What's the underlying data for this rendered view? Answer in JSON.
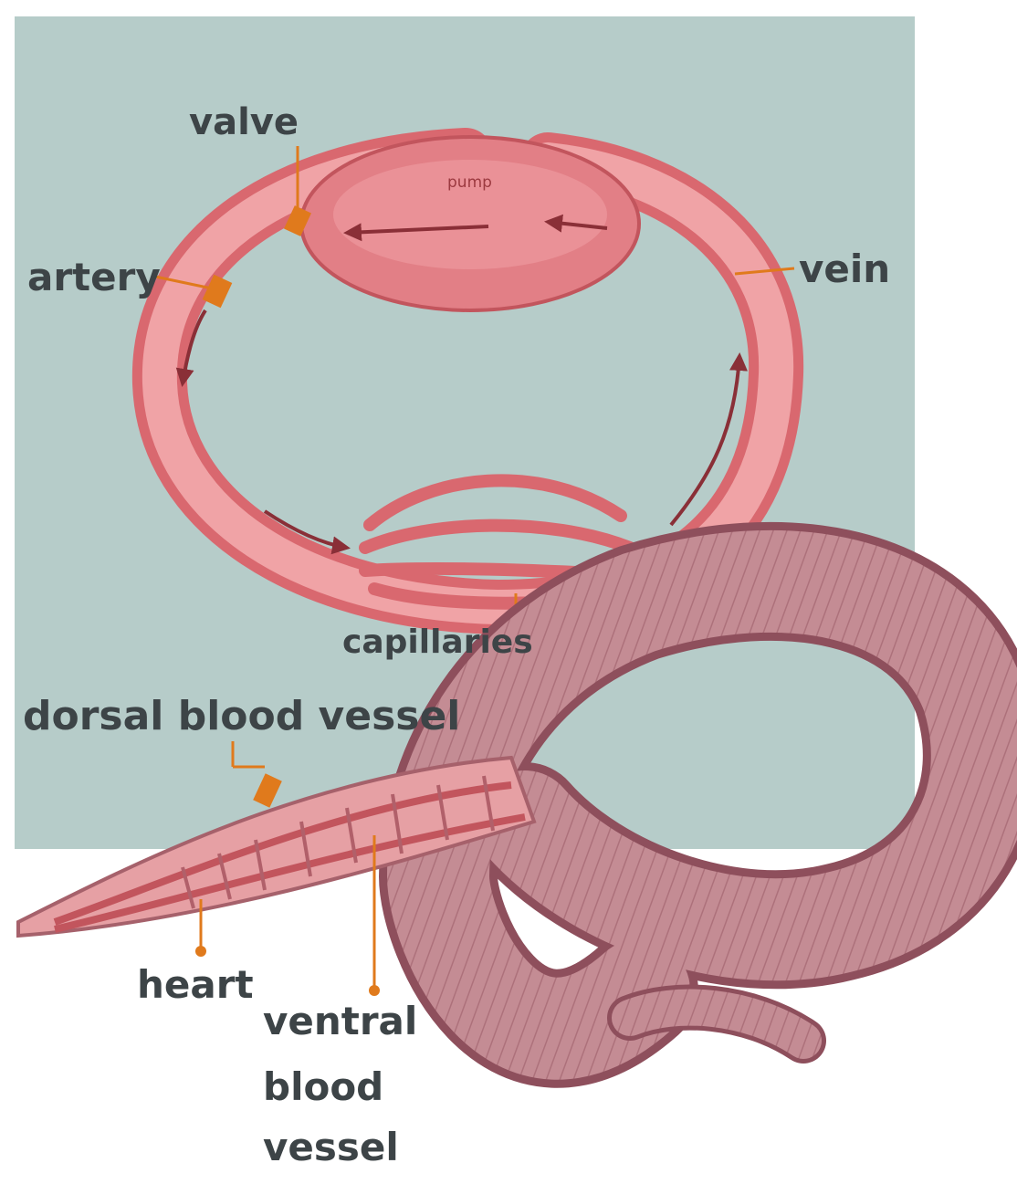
{
  "colors": {
    "panel": "#b6ccc9",
    "vessel": "#e6878b",
    "vessel_dark": "#c2555d",
    "worm": "#c48c94",
    "worm_dark": "#8e4f5c",
    "pointer": "#e07a1c",
    "label": "#3d4447"
  },
  "labels": {
    "valve": "valve",
    "pump": "pump",
    "artery": "artery",
    "vein": "vein",
    "capillaries": "capillaries",
    "dorsal": "dorsal blood vessel",
    "heart": "heart",
    "ventral_line1": "ventral",
    "ventral_line2": "blood",
    "ventral_line3": "vessel"
  }
}
